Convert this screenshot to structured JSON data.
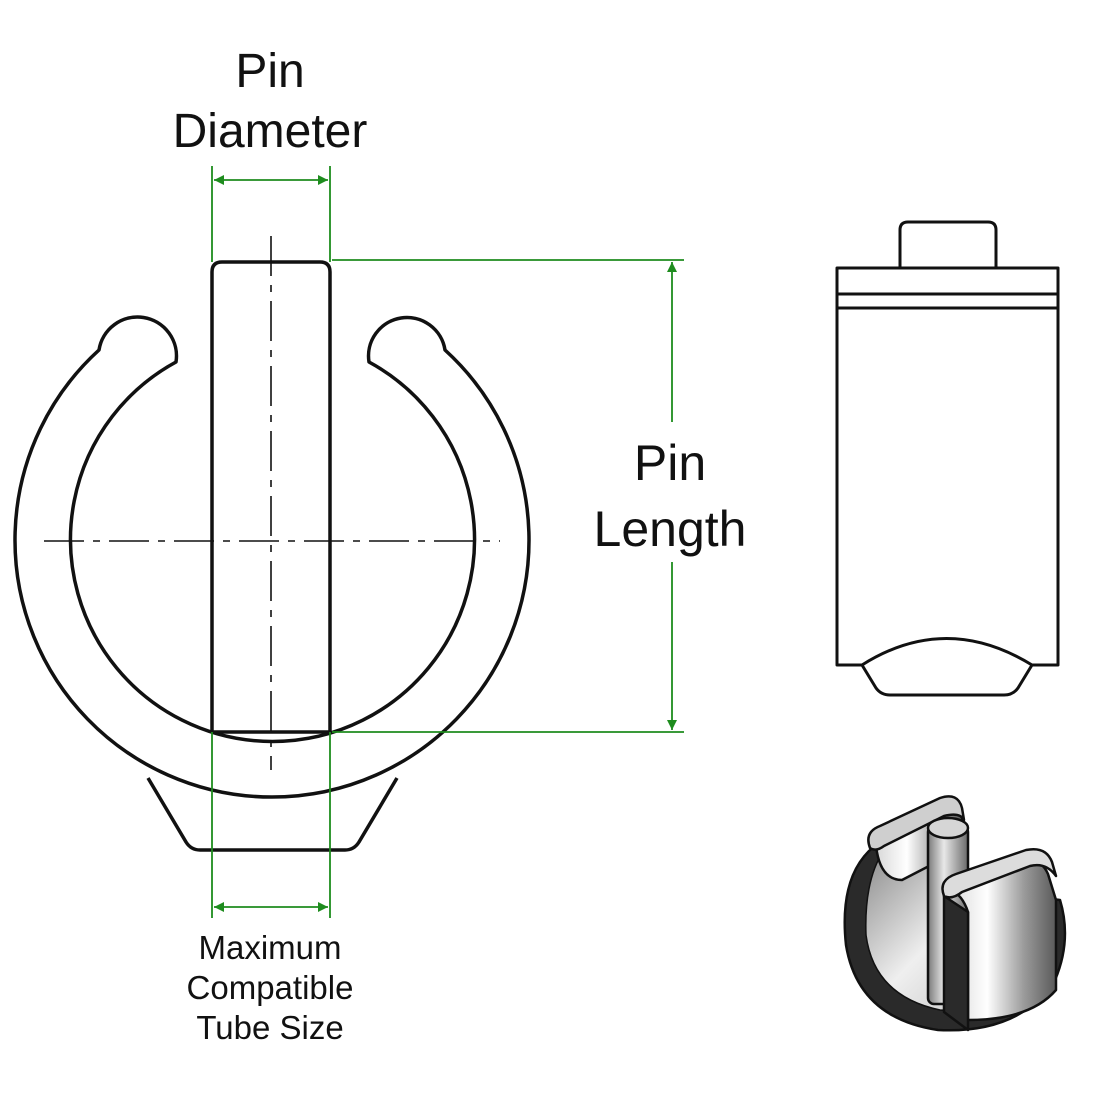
{
  "labels": {
    "pin_diameter": [
      "Pin",
      "Diameter"
    ],
    "pin_length": [
      "Pin",
      "Length"
    ],
    "max_tube": [
      "Maximum",
      "Compatible",
      "Tube Size"
    ]
  },
  "colors": {
    "outline": "#111111",
    "dimension": "#1e8c1e",
    "background": "#ffffff"
  },
  "views": [
    "front-view",
    "side-view",
    "isometric-view"
  ]
}
